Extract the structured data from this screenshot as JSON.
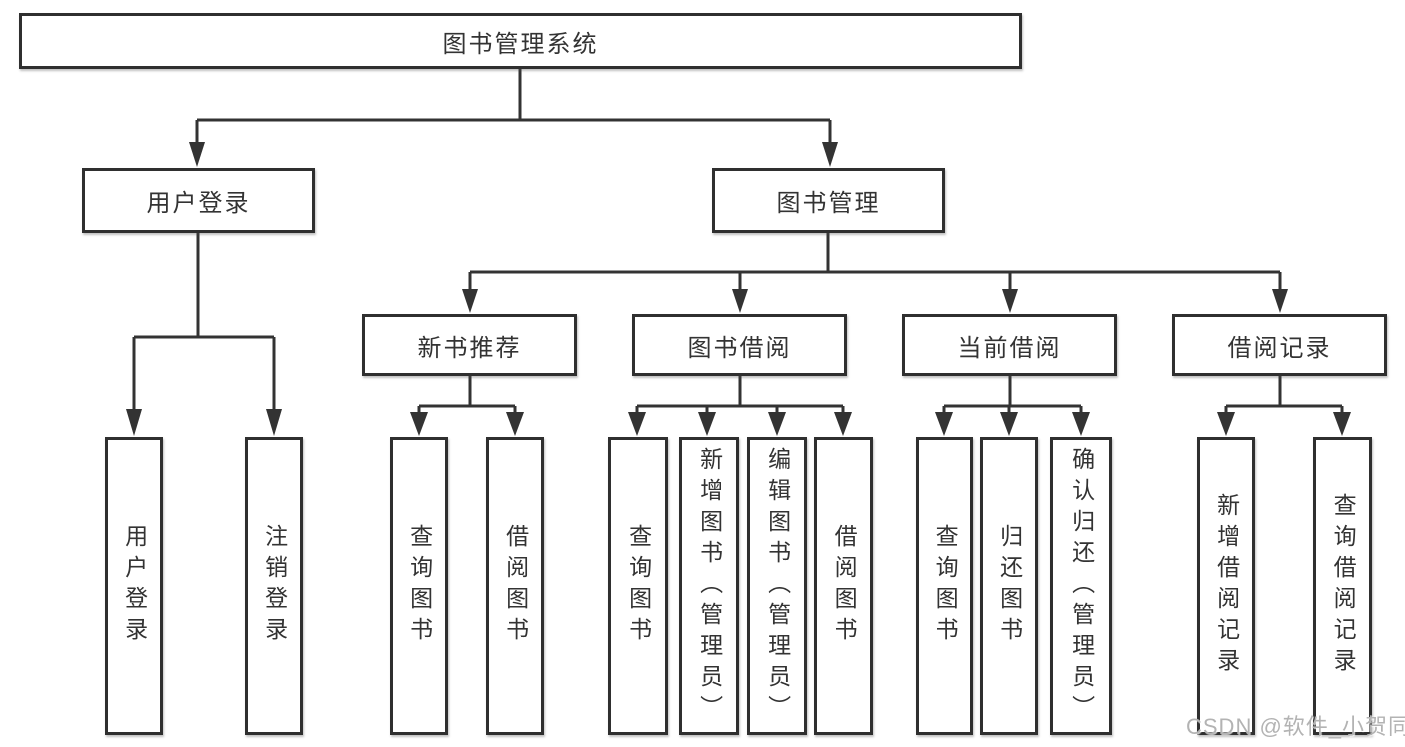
{
  "tree": {
    "root": {
      "label": "图书管理系统"
    },
    "level2": [
      {
        "label": "用户登录"
      },
      {
        "label": "图书管理"
      }
    ],
    "level3": [
      {
        "label": "新书推荐"
      },
      {
        "label": "图书借阅"
      },
      {
        "label": "当前借阅"
      },
      {
        "label": "借阅记录"
      }
    ],
    "leaves": {
      "user_login": [
        {
          "label": "用户登录"
        },
        {
          "label": "注销登录"
        }
      ],
      "new_book": [
        {
          "label": "查询图书"
        },
        {
          "label": "借阅图书"
        }
      ],
      "book_borrow": [
        {
          "label": "查询图书"
        },
        {
          "label": "新增图书（管理员）"
        },
        {
          "label": "编辑图书（管理员）"
        },
        {
          "label": "借阅图书"
        }
      ],
      "current_borrow": [
        {
          "label": "查询图书"
        },
        {
          "label": "归还图书"
        },
        {
          "label": "确认归还（管理员）"
        }
      ],
      "borrow_record": [
        {
          "label": "新增借阅记录"
        },
        {
          "label": "查询借阅记录"
        }
      ]
    }
  },
  "watermark": {
    "text": "CSDN @软件_小贺同学"
  },
  "colors": {
    "line": "#333333",
    "text": "#333333",
    "watermark": "#b3b3b3",
    "background": "#ffffff"
  }
}
